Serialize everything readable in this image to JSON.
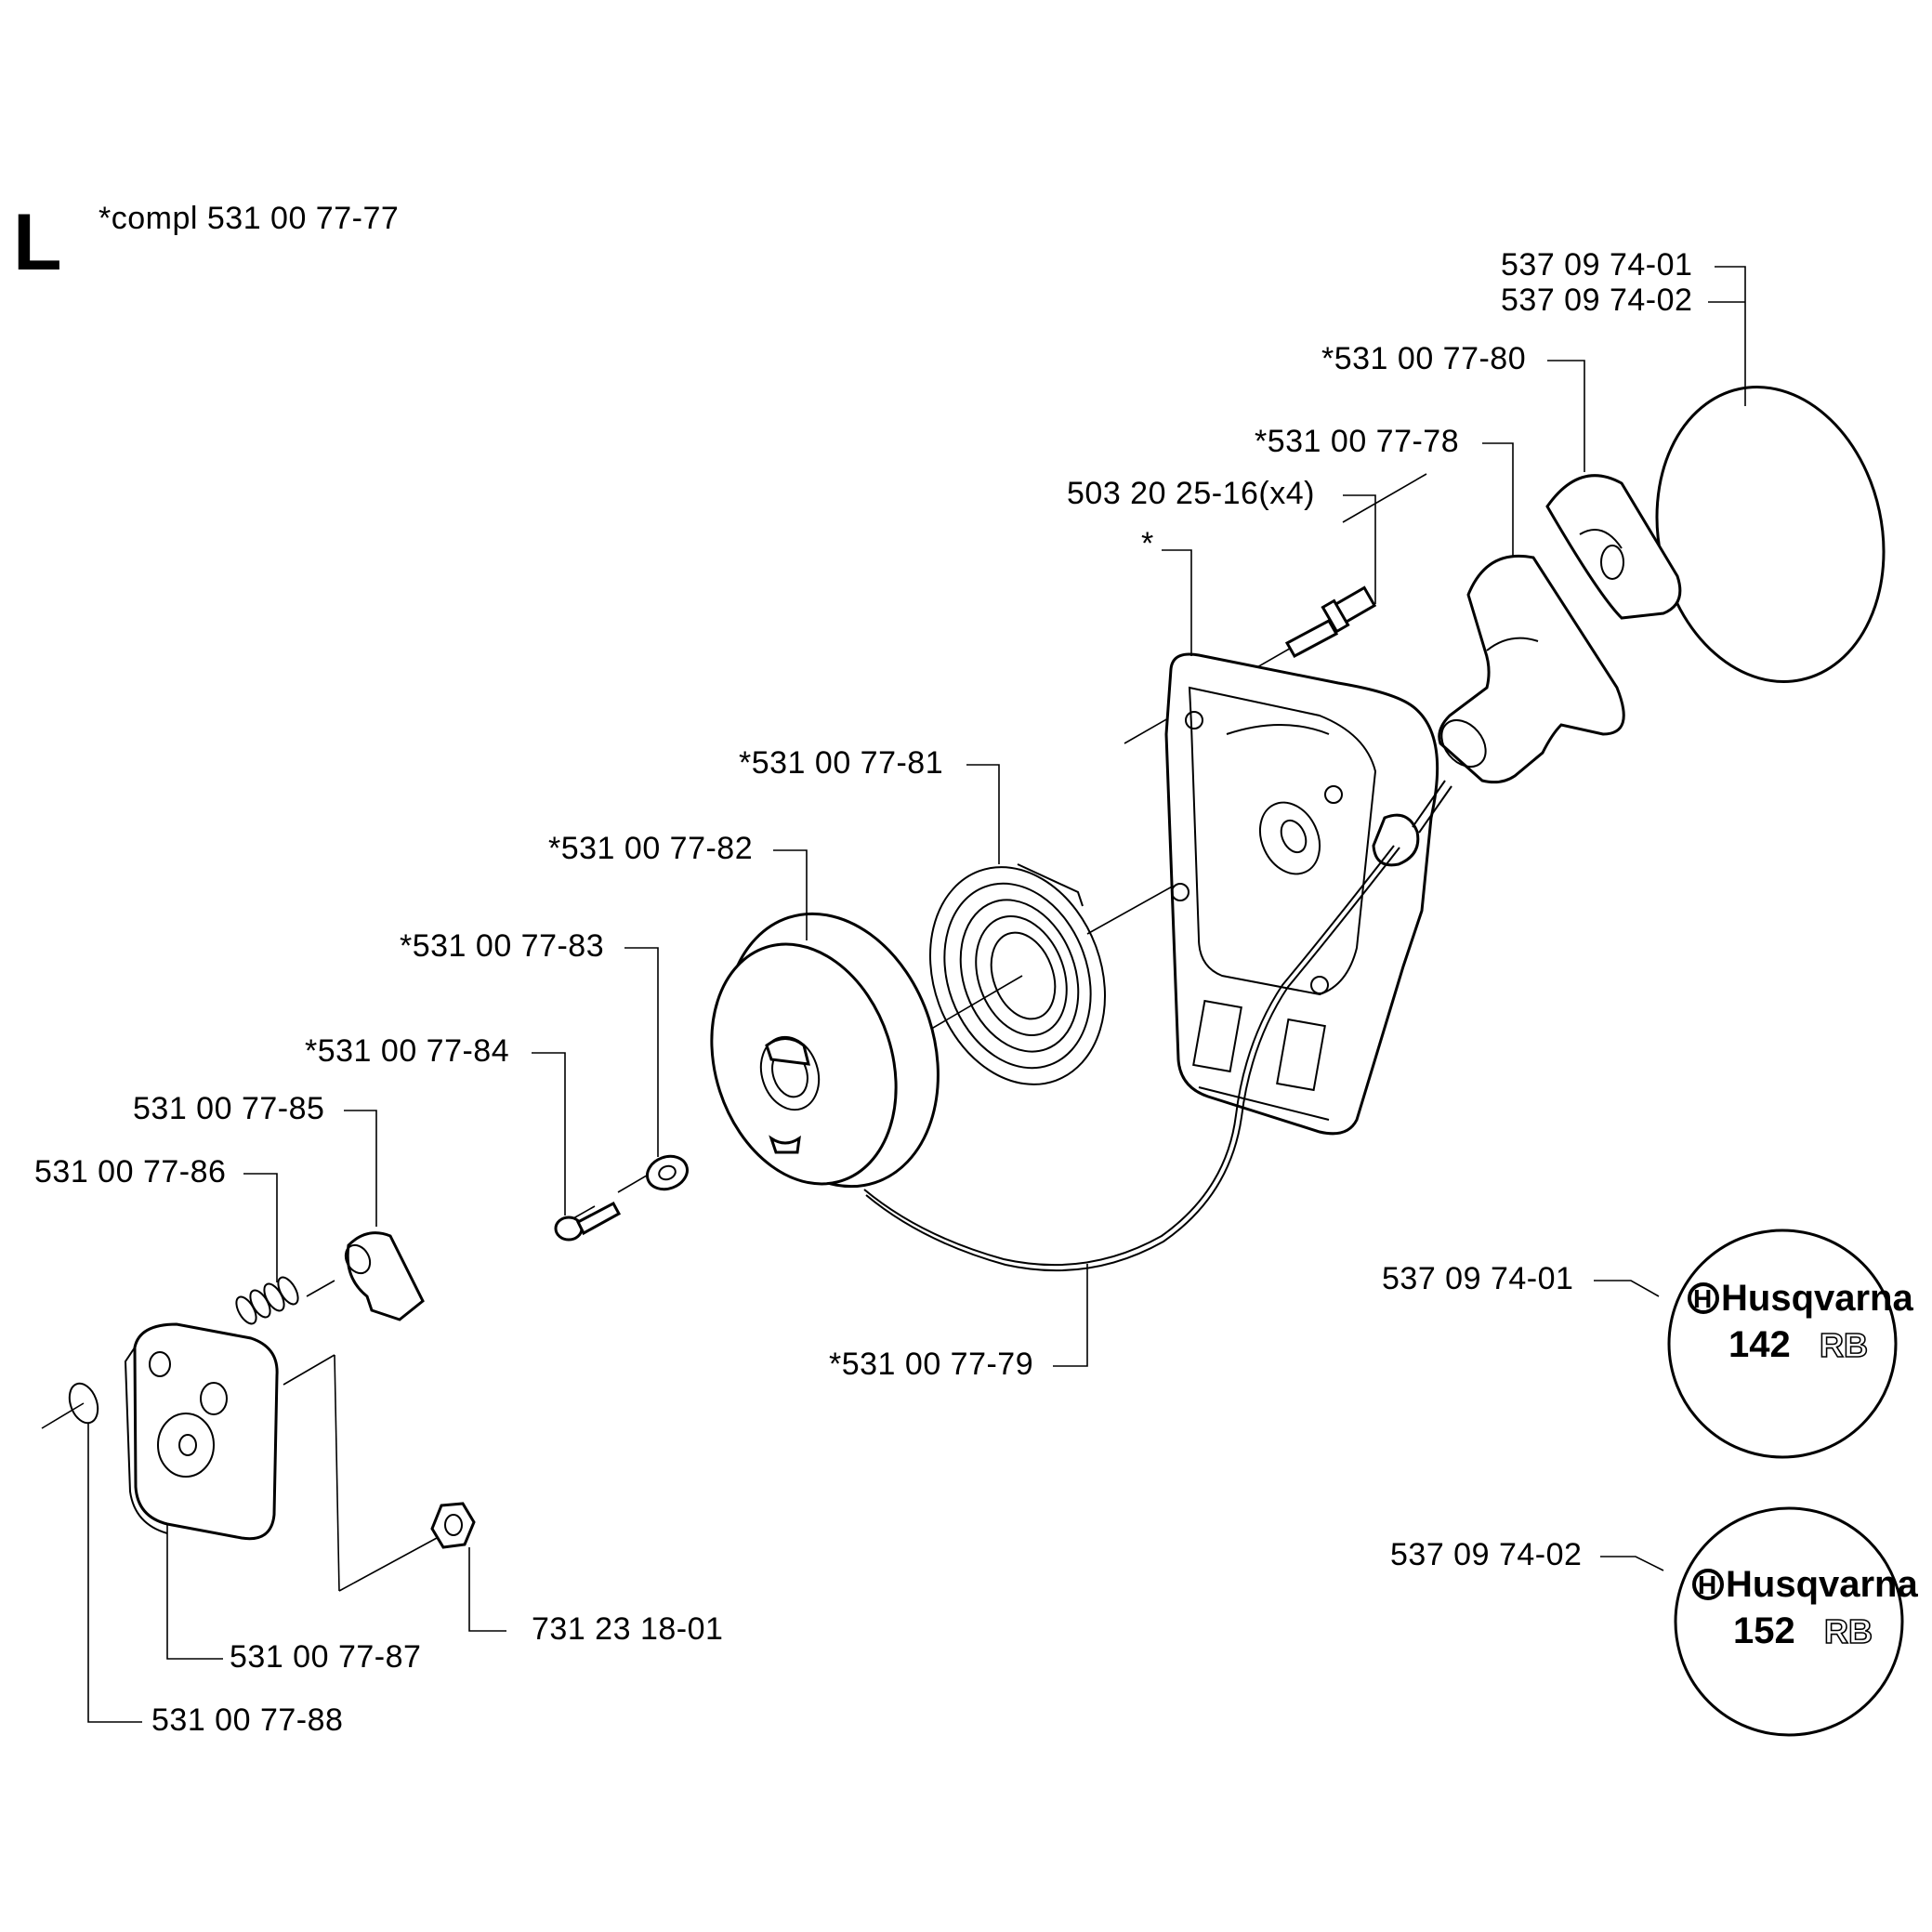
{
  "section": {
    "letter": "L",
    "note": "*compl 531 00 77-77"
  },
  "callouts": {
    "c01": "537 09 74-01",
    "c02": "537 09 74-02",
    "c80": "*531 00 77-80",
    "c78": "*531 00 77-78",
    "c503": "503 20 25-16(x4)",
    "cstar": "*",
    "c81": "*531 00 77-81",
    "c82": "*531 00 77-82",
    "c83": "*531 00 77-83",
    "c84": "*531 00 77-84",
    "c85": "531 00 77-85",
    "c86": "531 00 77-86",
    "c79": "*531 00 77-79",
    "c731": "731 23 18-01",
    "c87": "531 00 77-87",
    "c88": "531 00 77-88",
    "decal142": "537 09 74-01",
    "decal152": "537 09 74-02"
  },
  "decals": [
    {
      "brand": "Husqvarna",
      "model": "142",
      "suffix": "RB"
    },
    {
      "brand": "Husqvarna",
      "model": "152",
      "suffix": "RB"
    }
  ]
}
